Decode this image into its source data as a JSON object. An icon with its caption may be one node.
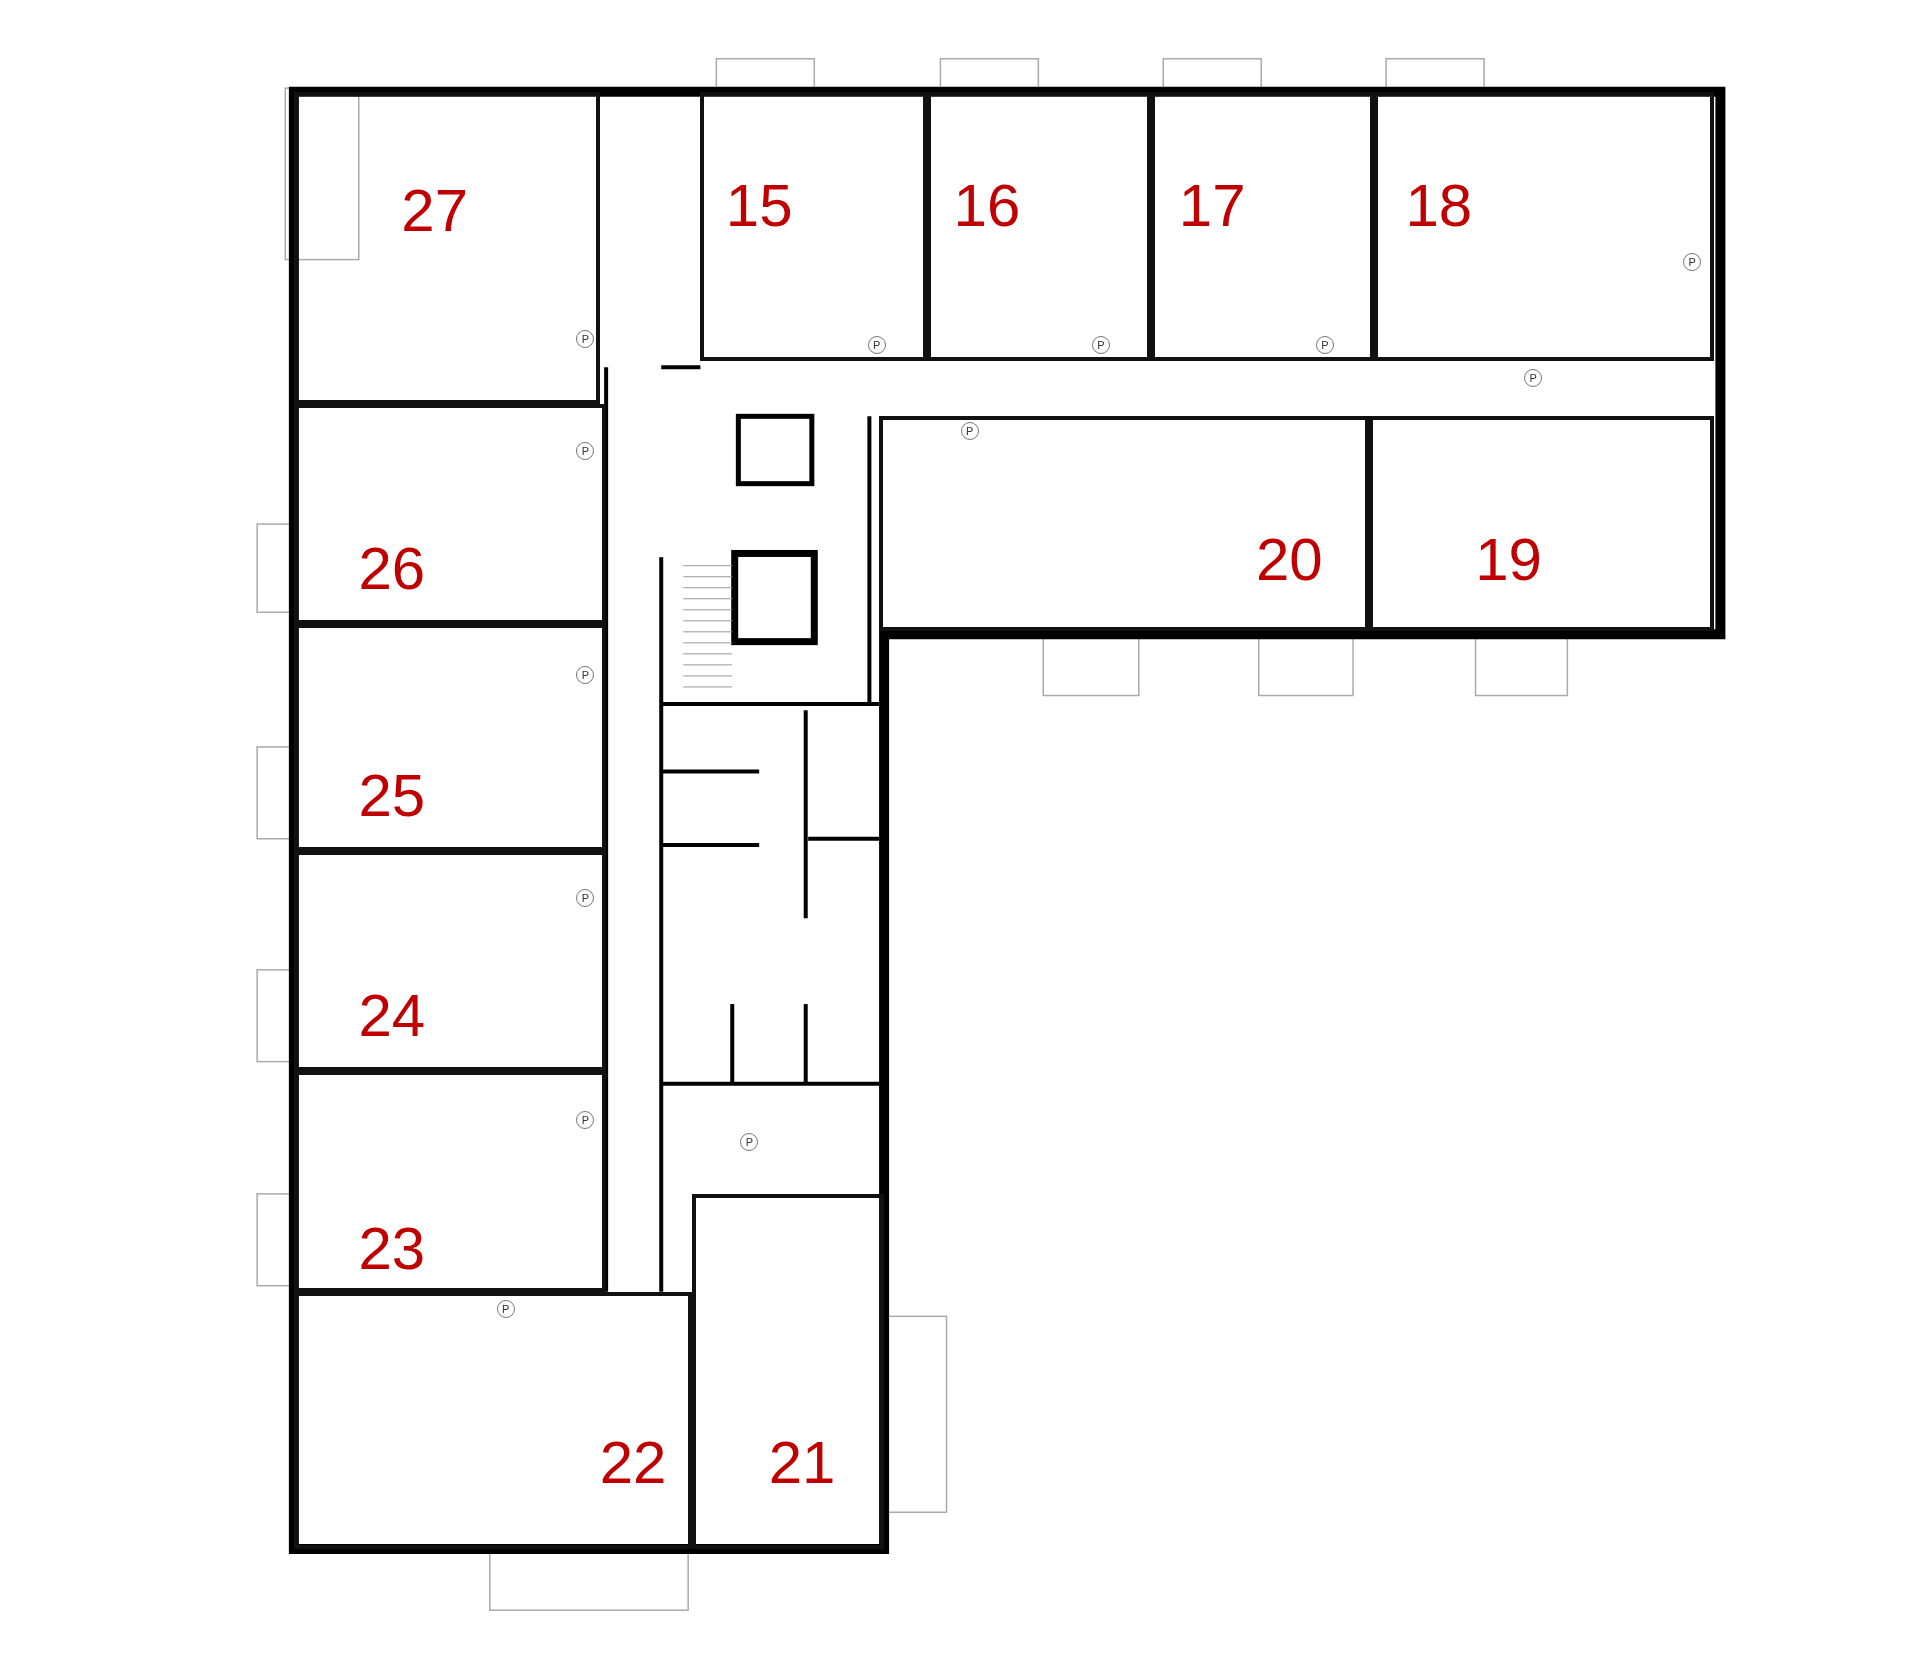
{
  "diagram": {
    "nodes": [
      {
        "text": [
          "27"
        ]
      },
      {
        "text": [
          "15"
        ]
      },
      {
        "text": [
          "16"
        ]
      },
      {
        "text": [
          "17"
        ]
      },
      {
        "text": [
          "18"
        ]
      },
      {
        "text": [
          "26"
        ]
      },
      {
        "text": [
          "20"
        ]
      },
      {
        "text": [
          "19"
        ]
      },
      {
        "text": [
          "25"
        ]
      },
      {
        "text": [
          "24"
        ]
      },
      {
        "text": [
          "23"
        ]
      },
      {
        "text": [
          "22"
        ]
      },
      {
        "text": [
          "21"
        ]
      }
    ],
    "labels": [
      "P",
      "P",
      "P",
      "P",
      "P",
      "P",
      "P",
      "P",
      "P",
      "P",
      "P",
      "P",
      "P"
    ]
  }
}
